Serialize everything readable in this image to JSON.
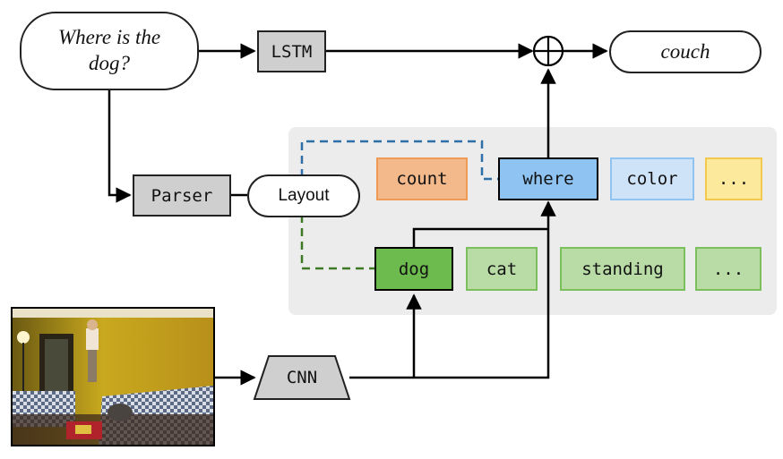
{
  "question": "Where is the dog?",
  "nodes": {
    "lstm": "LSTM",
    "parser": "Parser",
    "layout": "Layout",
    "cnn": "CNN",
    "answer": "couch"
  },
  "attention_modules": [
    {
      "label": "dog"
    },
    {
      "label": "cat"
    },
    {
      "label": "standing"
    },
    {
      "label": "..."
    }
  ],
  "other_modules": [
    {
      "label": "count"
    },
    {
      "label": "where"
    },
    {
      "label": "color"
    },
    {
      "label": "..."
    }
  ],
  "combine_symbol": "⊕",
  "colors": {
    "panel": "#ececec",
    "green_active": "#6dbb4e",
    "green_light": "#b9dca6",
    "green_border": "#7cc05e",
    "orange": "#f4b98b",
    "orange_border": "#ef9a55",
    "blue_active": "#8ec3f2",
    "blue_light": "#cfe3f8",
    "blue_border": "#8ec3f2",
    "yellow": "#fde99b",
    "yellow_border": "#f2c94c",
    "dash_blue": "#2f6fa8",
    "dash_green": "#3d7a23"
  },
  "icons": {
    "input_image": "living-room-photo",
    "combine": "circled-plus-icon"
  }
}
